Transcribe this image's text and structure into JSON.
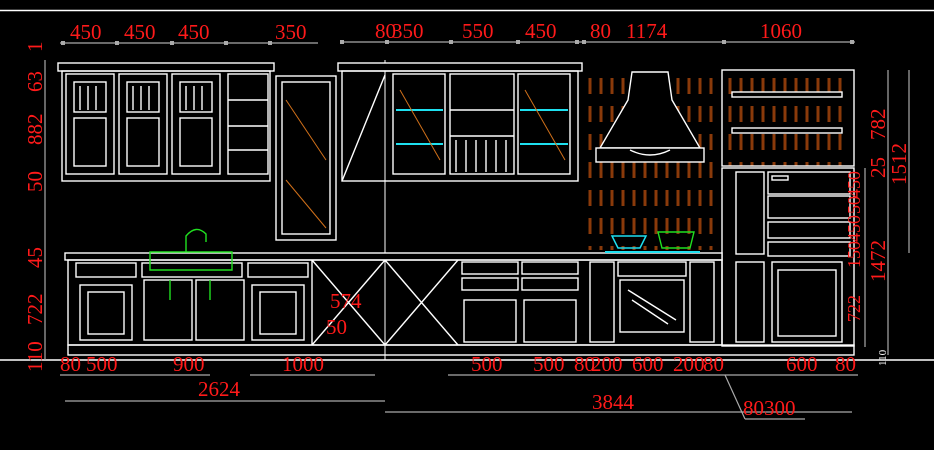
{
  "drawing": {
    "title": "Kitchen cabinet elevation",
    "colors": {
      "background": "#000000",
      "dimension_text": "#ff1a1a",
      "lines": "#ffffff",
      "dimension_lines": "#aaaaaa",
      "backsplash": "#8a3a0a",
      "glass": "#1ee0f0",
      "sink_faucet": "#20e020"
    },
    "top_dimensions": [
      "450",
      "450",
      "450",
      "350",
      "80",
      "350",
      "550",
      "450",
      "80",
      "1174",
      "1060"
    ],
    "left_dimensions": [
      "1",
      "63",
      "882",
      "50",
      "45",
      "722",
      "110"
    ],
    "right_dimensions": [
      "782",
      "25",
      "1512",
      "450",
      "50",
      "450",
      "1472",
      "150",
      "722",
      "110"
    ],
    "center_dimensions": [
      "574",
      "50"
    ],
    "bottom_dimensions": [
      "80",
      "500",
      "900",
      "1000",
      "500",
      "500",
      "80",
      "200",
      "600",
      "200",
      "80",
      "600",
      "80"
    ],
    "totals": [
      "2624",
      "3844"
    ],
    "leader_label": "80300"
  }
}
